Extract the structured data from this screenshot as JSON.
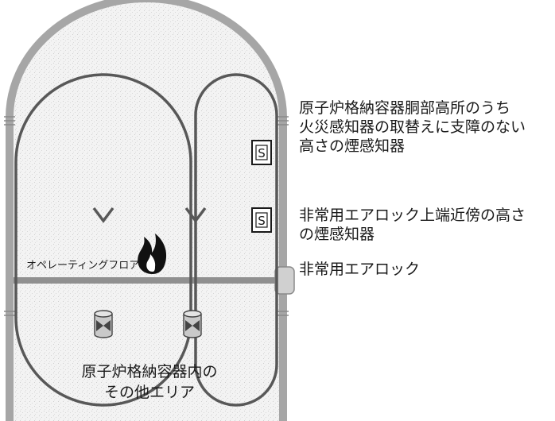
{
  "diagram": {
    "operating_floor_label": "オペレーティングフロア",
    "other_area_label": [
      "原子炉格納容器内の",
      "その他エリア"
    ],
    "sensor_symbol": "S",
    "fire_icon": "flame-icon",
    "damper_icon": "cylinder-damper-icon",
    "colors": {
      "wall": "#a6a6a6",
      "fill": "#f2f2f2",
      "floor": "#909090",
      "flow": "#585858",
      "flame": "#111111"
    }
  },
  "callouts": {
    "upper_sensor": [
      "原子炉格納容器胴部高所のうち",
      "火災感知器の取替えに支障のない",
      "高さの煙感知器"
    ],
    "lower_sensor": [
      "非常用エアロック上端近傍の高さ",
      "の煙感知器"
    ],
    "airlock": "非常用エアロック"
  }
}
